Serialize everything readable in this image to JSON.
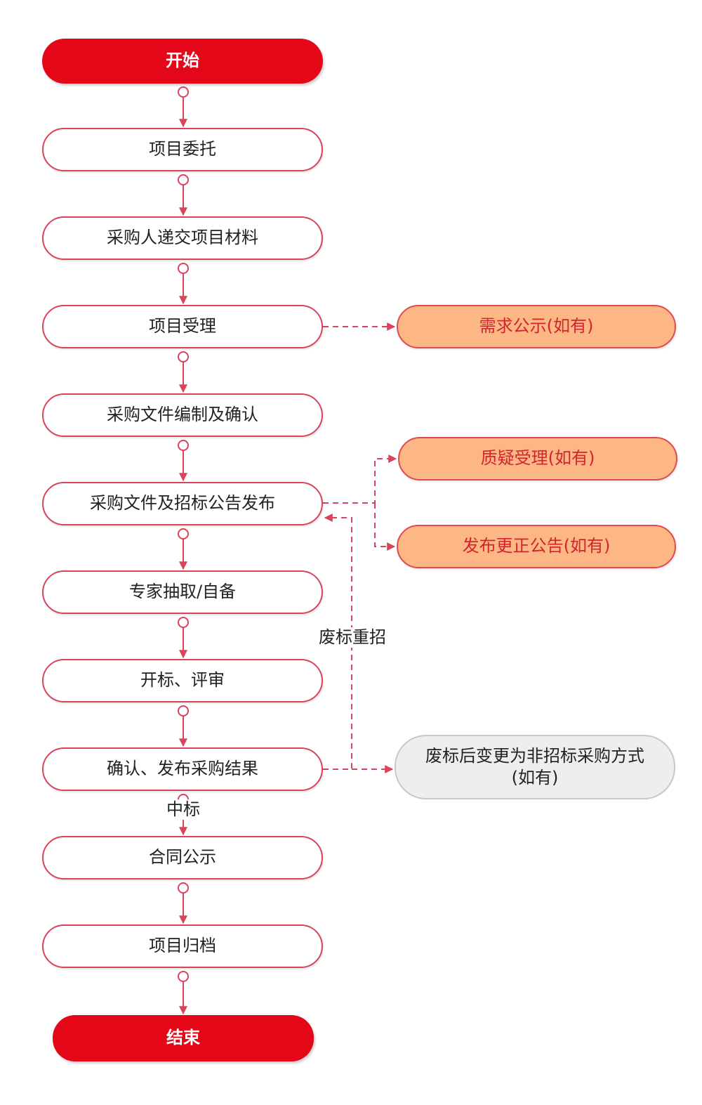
{
  "diagram": {
    "colors": {
      "terminal": "#e30718",
      "connector": "#d9445a",
      "optional_fill": "#fcb785",
      "optional_text": "#d2242f",
      "alternative_fill": "#eeeeee"
    },
    "main_flow": {
      "start": "开始",
      "steps": [
        "项目委托",
        "采购人递交项目材料",
        "项目受理",
        "采购文件编制及确认",
        "采购文件及招标公告发布",
        "专家抽取/自备",
        "开标、评审",
        "确认、发布采购结果",
        "合同公示",
        "项目归档"
      ],
      "end": "结束"
    },
    "side_nodes": {
      "demand_notice": "需求公示(如有)",
      "query_handling": "质疑受理(如有)",
      "correction_notice": "发布更正公告(如有)",
      "alt_method_line1": "废标后变更为非招标采购方式",
      "alt_method_line2": "(如有)"
    },
    "edge_labels": {
      "rebid": "废标重招",
      "winning_bid": "中标"
    }
  }
}
